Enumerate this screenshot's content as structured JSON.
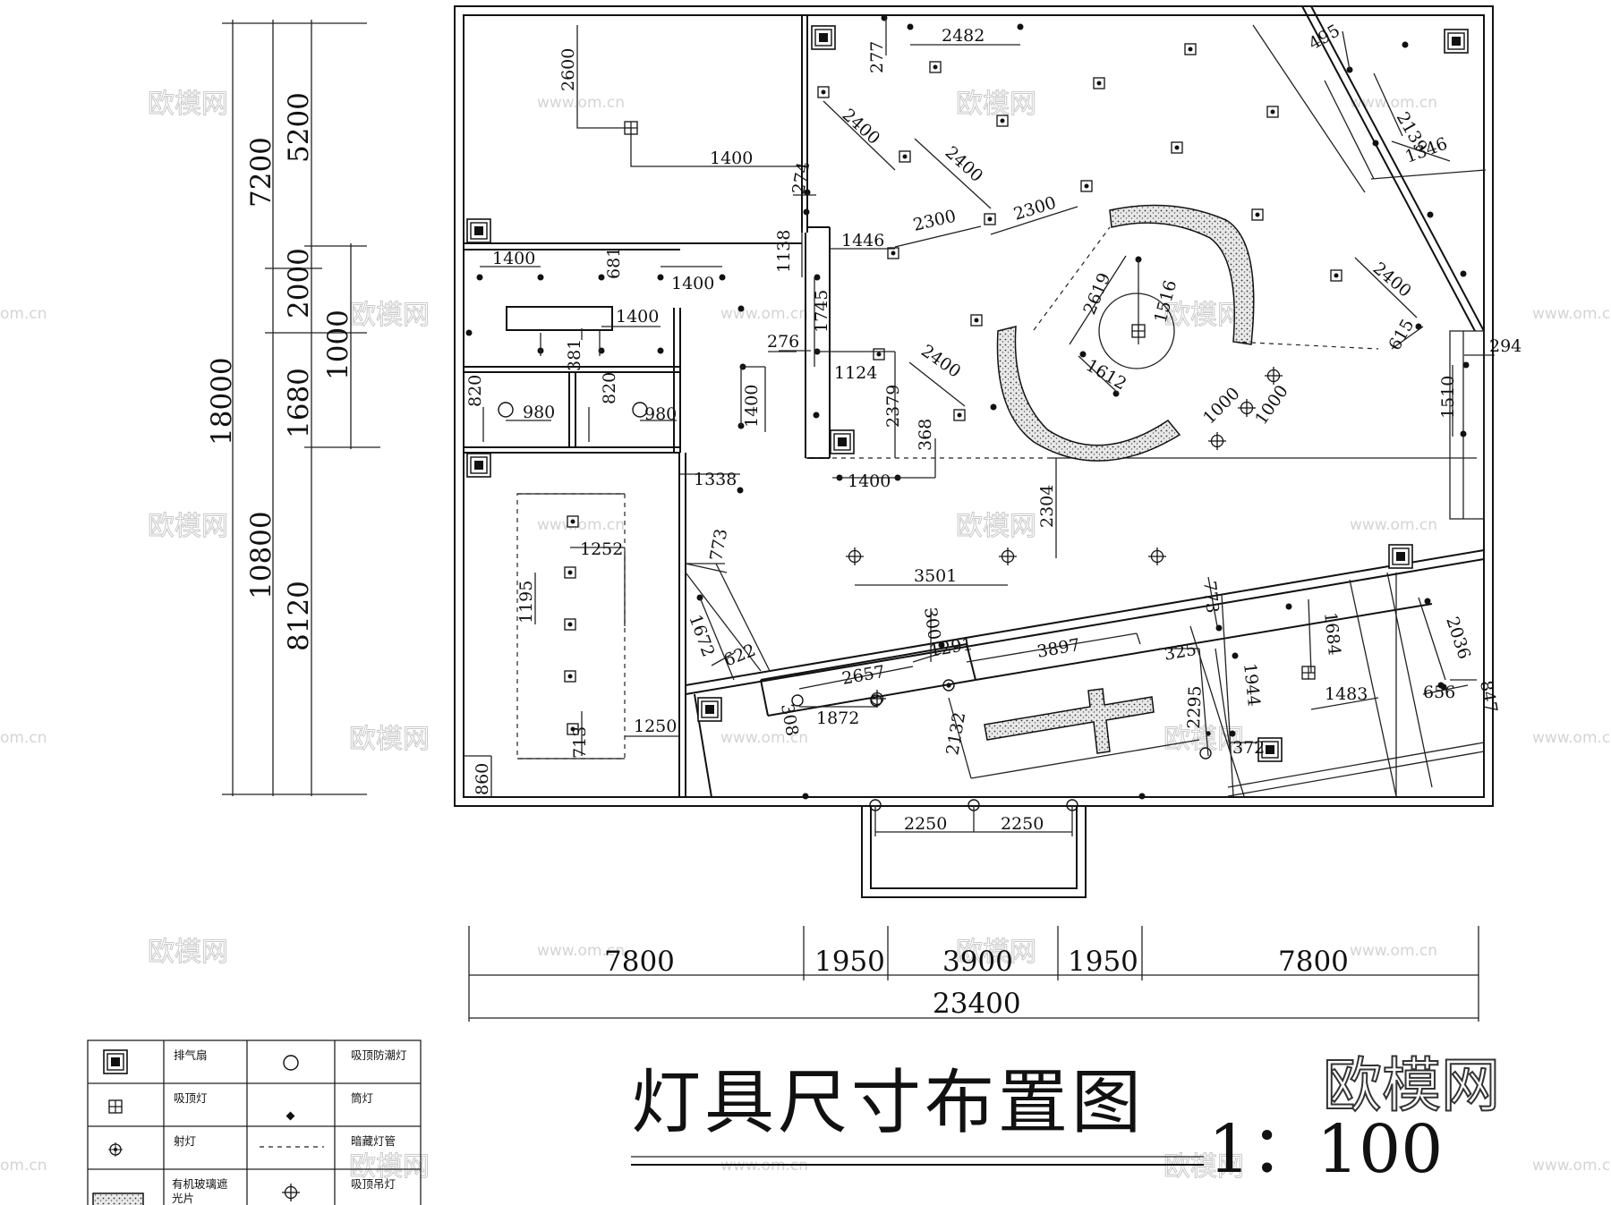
{
  "title": "灯具尺寸布置图",
  "scale": "1：100",
  "brand": "欧模网",
  "watermark": {
    "logo": "欧模网",
    "url": "www.om.cn",
    "short": "om.cn"
  },
  "left_dims": {
    "total": "18000",
    "mid": [
      "7200",
      "10800"
    ],
    "inner": [
      "5200",
      "2000",
      "1680",
      "8120"
    ],
    "extra": "1000"
  },
  "bottom_dims": {
    "segments": [
      "7800",
      "1950",
      "3900",
      "1950",
      "7800"
    ],
    "total": "23400"
  },
  "plan_dims": {
    "d2600": "2600",
    "d1400a": "1400",
    "d277": "277",
    "d2482": "2482",
    "d495": "495",
    "d2139": "2139",
    "d1346": "1346",
    "d2400a": "2400",
    "d2400b": "2400",
    "d2300a": "2300",
    "d2300b": "2300",
    "d274": "274",
    "d1446": "1446",
    "d1138": "1138",
    "d1745": "1745",
    "d1400b": "1400",
    "d681": "681",
    "d1400c": "1400",
    "d1400d": "1400",
    "d381": "381",
    "d820a": "820",
    "d980a": "980",
    "d820b": "820",
    "d980b": "980",
    "d276": "276",
    "d1124": "1124",
    "d2379": "2379",
    "d368": "368",
    "d2400c": "2400",
    "d1400e": "1400",
    "d1400f": "1400",
    "d2619": "2619",
    "d1516": "1516",
    "d1612": "1612",
    "d1000a": "1000",
    "d1000b": "1000",
    "d2400d": "2400",
    "d615": "615",
    "d294": "294",
    "d1510": "1510",
    "d1338": "1338",
    "d2304": "2304",
    "d3501": "3501",
    "d1252": "1252",
    "d1195": "1195",
    "d713": "713",
    "d1250": "1250",
    "d860": "860",
    "d773a": "773",
    "d1672": "1672",
    "d622": "622",
    "d300": "300",
    "d1291": "1291",
    "d2657": "2657",
    "d308": "308",
    "d1872": "1872",
    "d3897": "3897",
    "d2132": "2132",
    "d325": "325",
    "d2295": "2295",
    "d773b": "773",
    "d1944": "1944",
    "d372": "372",
    "d1684": "1684",
    "d1483": "1483",
    "d2036": "2036",
    "d656": "656",
    "d847": "847",
    "d2250a": "2250",
    "d2250b": "2250"
  },
  "legend": [
    {
      "icon": "exhaust-fan-icon",
      "label": "排气扇"
    },
    {
      "icon": "moistureproof-ceiling-lamp-icon",
      "label": "吸顶防潮灯"
    },
    {
      "icon": "ceiling-lamp-icon",
      "label": "吸顶灯"
    },
    {
      "icon": "downlight-icon",
      "label": "筒灯"
    },
    {
      "icon": "spotlight-icon",
      "label": "射灯"
    },
    {
      "icon": "concealed-tube-icon",
      "label": "暗藏灯管"
    },
    {
      "icon": "acrylic-panel-icon",
      "label_1": "有机玻璃遮",
      "label_2": "光片"
    },
    {
      "icon": "pendant-lamp-icon",
      "label": "吸顶吊灯"
    }
  ]
}
